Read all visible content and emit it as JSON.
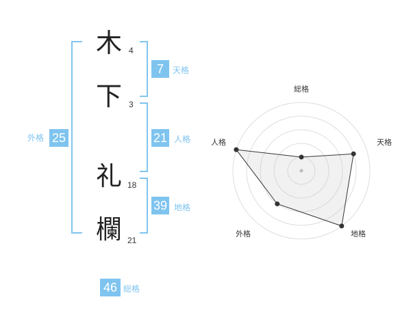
{
  "name": {
    "characters": [
      {
        "char": "木",
        "strokes": "4"
      },
      {
        "char": "下",
        "strokes": "3"
      },
      {
        "char": "礼",
        "strokes": "18"
      },
      {
        "char": "欄",
        "strokes": "21"
      }
    ]
  },
  "fortunes": {
    "tenkaku": {
      "label": "天格",
      "value": "7"
    },
    "jinkaku": {
      "label": "人格",
      "value": "21"
    },
    "chikaku": {
      "label": "地格",
      "value": "39"
    },
    "gaikaku": {
      "label": "外格",
      "value": "25"
    },
    "soukaku": {
      "label": "総格",
      "value": "46"
    }
  },
  "colors": {
    "accent": "#7fc4ef",
    "text": "#222222"
  },
  "chart_data": {
    "type": "radar",
    "axes": [
      "総格",
      "天格",
      "地格",
      "外格",
      "人格"
    ],
    "scale_max": 5,
    "rings": 5,
    "values": [
      1,
      4,
      5,
      3,
      5
    ]
  }
}
